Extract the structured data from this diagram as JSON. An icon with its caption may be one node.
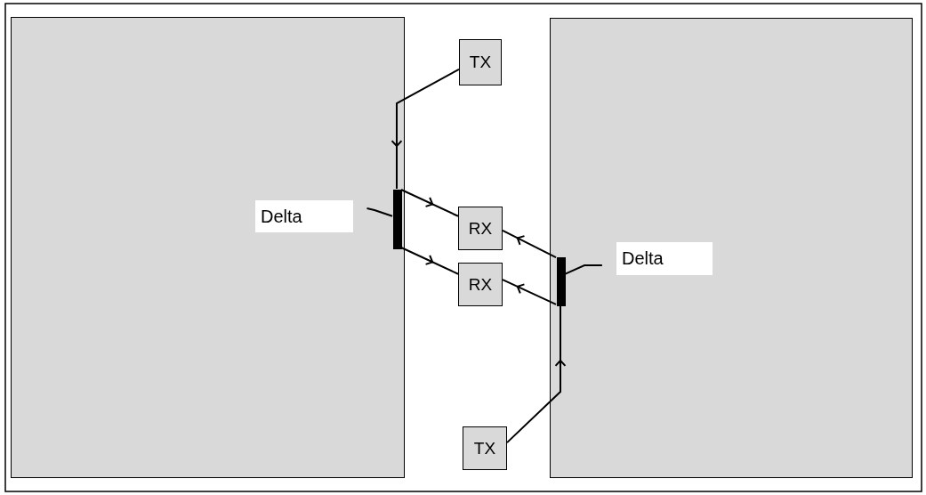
{
  "diagram": {
    "nodes": [
      {
        "text": [],
        "shape": "box"
      },
      {
        "text": [
          "Delta"
        ],
        "in": 0
      },
      {
        "text": [],
        "shape": "bar",
        "in": 0
      },
      {
        "text": [],
        "shape": "box"
      },
      {
        "text": [
          "TX"
        ]
      },
      {
        "text": [
          "RX"
        ]
      },
      {
        "text": [
          "RX"
        ]
      },
      {
        "text": [],
        "shape": "bar",
        "in": 3
      },
      {
        "text": [
          "Delta"
        ],
        "in": 3
      },
      {
        "text": [
          "TX"
        ]
      }
    ],
    "edges": [
      {
        "from": 4,
        "to": 2,
        "arrow": "to"
      },
      {
        "from": 2,
        "to": 5,
        "arrow": "to"
      },
      {
        "from": 2,
        "to": 6,
        "arrow": "to"
      },
      {
        "from": 7,
        "to": 5,
        "arrow": "to"
      },
      {
        "from": 7,
        "to": 6,
        "arrow": "to"
      },
      {
        "from": 9,
        "to": 7,
        "arrow": "to"
      },
      {
        "from": 1,
        "to": 2,
        "arrow": "none"
      },
      {
        "from": 8,
        "to": 7,
        "arrow": "none"
      }
    ]
  }
}
